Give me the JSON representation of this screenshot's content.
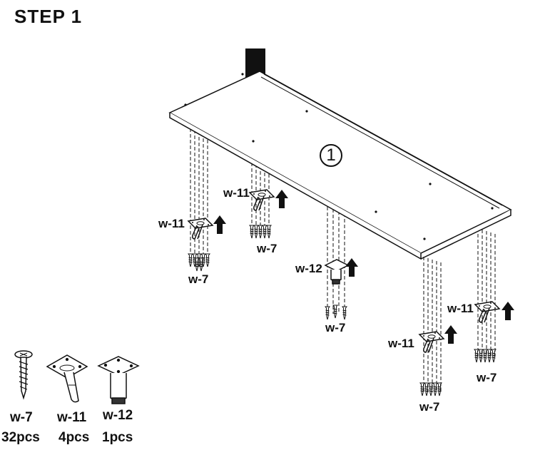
{
  "title": "STEP 1",
  "part_marker": "1",
  "callouts": {
    "w11_a": "w-11",
    "w7_a": "w-7",
    "w11_b": "w-11",
    "w7_b": "w-7",
    "w12_c": "w-12",
    "w7_c": "w-7",
    "w11_d": "w-11",
    "w7_d": "w-7",
    "w11_e": "w-11",
    "w7_e": "w-7"
  },
  "legend": [
    {
      "code": "w-7",
      "qty": "32pcs",
      "icon": "screw-icon"
    },
    {
      "code": "w-11",
      "qty": "4pcs",
      "icon": "angled-leg-bracket-icon"
    },
    {
      "code": "w-12",
      "qty": "1pcs",
      "icon": "straight-leg-icon"
    }
  ],
  "colors": {
    "line": "#111111",
    "background": "#ffffff"
  }
}
